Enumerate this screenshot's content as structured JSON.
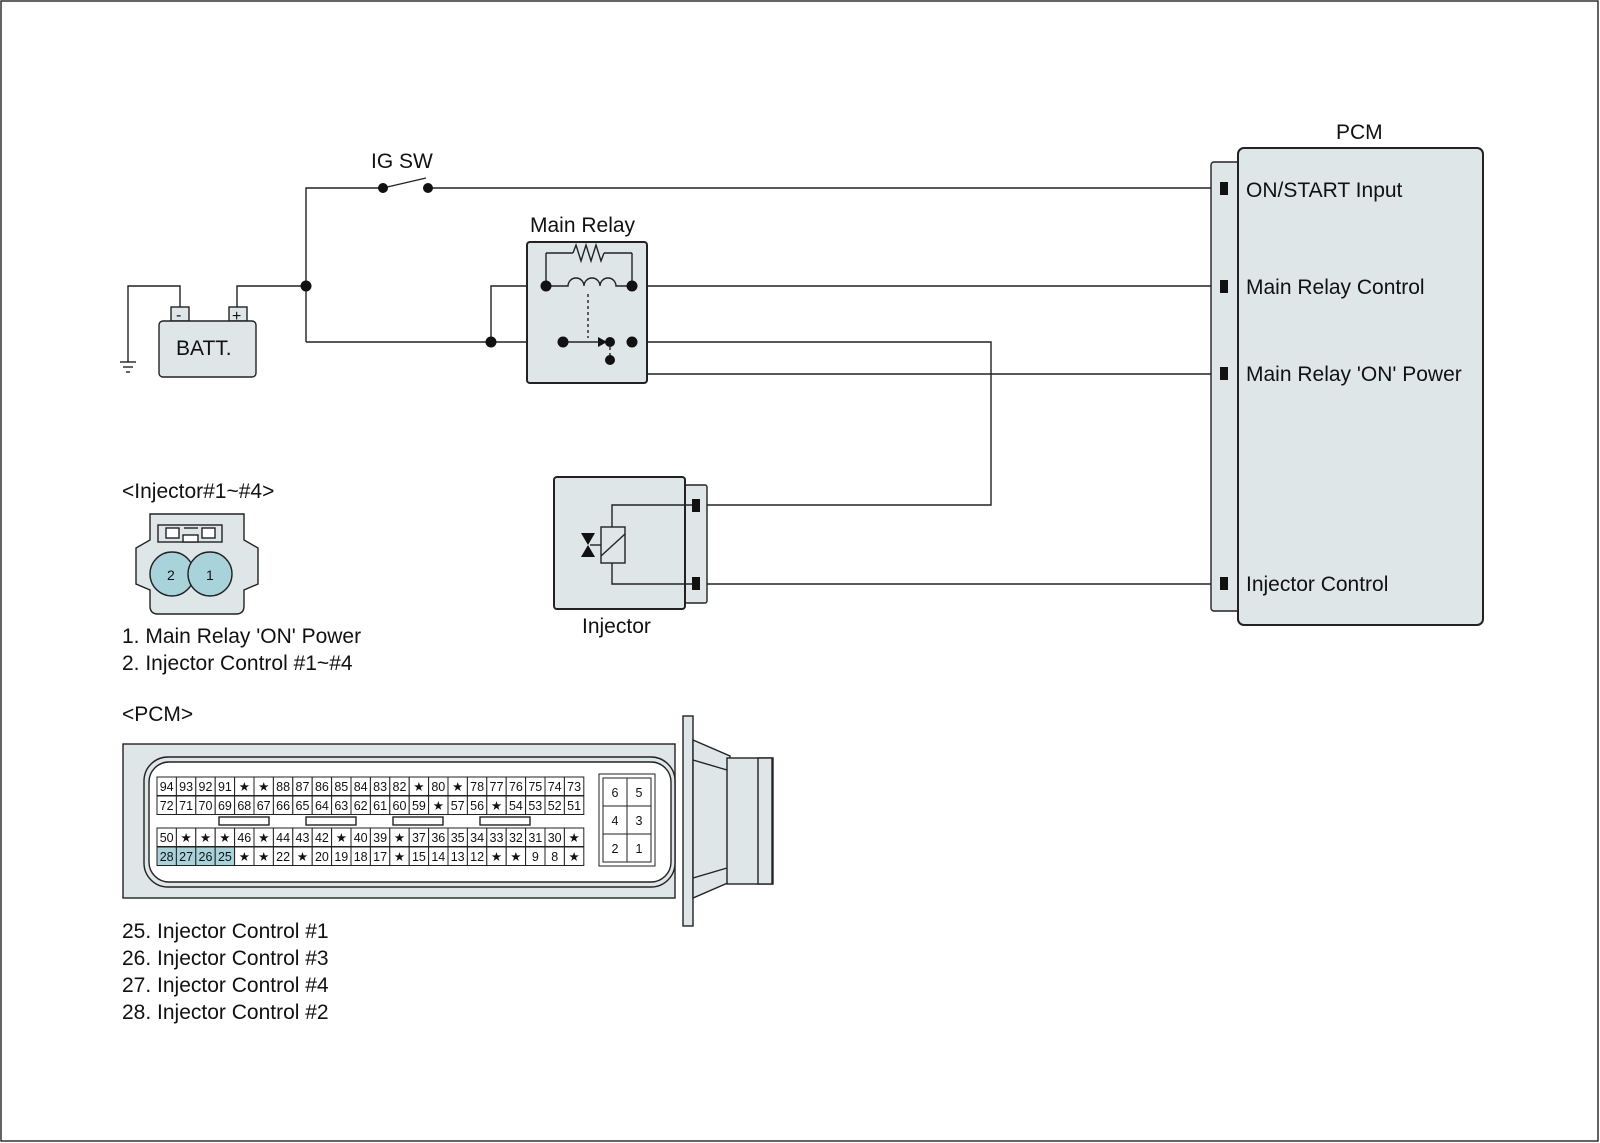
{
  "colors": {
    "component_fill": "#dfe6e8",
    "highlight": "#a9d3db",
    "line": "#222222"
  },
  "labels": {
    "ig_sw": "IG SW",
    "main_relay": "Main Relay",
    "battery": "BATT.",
    "battery_minus": "-",
    "battery_plus": "+",
    "injector": "Injector",
    "pcm": "PCM"
  },
  "pcm_terminals": [
    "ON/START Input",
    "Main Relay Control",
    "Main Relay 'ON' Power",
    "Injector Control"
  ],
  "injector_connector": {
    "title": "<Injector#1~#4>",
    "pins": [
      "2",
      "1"
    ],
    "legend": [
      "1. Main Relay 'ON' Power",
      "2. Injector Control #1~#4"
    ]
  },
  "pcm_connector": {
    "title": "<PCM>",
    "rows": [
      [
        "94",
        "93",
        "92",
        "91",
        "★",
        "★",
        "88",
        "87",
        "86",
        "85",
        "84",
        "83",
        "82",
        "★",
        "80",
        "★",
        "78",
        "77",
        "76",
        "75",
        "74",
        "73"
      ],
      [
        "72",
        "71",
        "70",
        "69",
        "68",
        "67",
        "66",
        "65",
        "64",
        "63",
        "62",
        "61",
        "60",
        "59",
        "★",
        "57",
        "56",
        "★",
        "54",
        "53",
        "52",
        "51"
      ],
      [
        "50",
        "★",
        "★",
        "★",
        "46",
        "★",
        "44",
        "43",
        "42",
        "★",
        "40",
        "39",
        "★",
        "37",
        "36",
        "35",
        "34",
        "33",
        "32",
        "31",
        "30",
        "★"
      ],
      [
        "28",
        "27",
        "26",
        "25",
        "★",
        "★",
        "22",
        "★",
        "20",
        "19",
        "18",
        "17",
        "★",
        "15",
        "14",
        "13",
        "12",
        "★",
        "★",
        "9",
        "8",
        "★"
      ]
    ],
    "highlighted_pins": [
      "28",
      "27",
      "26",
      "25"
    ],
    "aux_pins": [
      [
        "6",
        "5"
      ],
      [
        "4",
        "3"
      ],
      [
        "2",
        "1"
      ]
    ],
    "legend": [
      "25. Injector Control  #1",
      "26. Injector Control  #3",
      "27. Injector Control  #4",
      "28. Injector Control  #2"
    ]
  }
}
